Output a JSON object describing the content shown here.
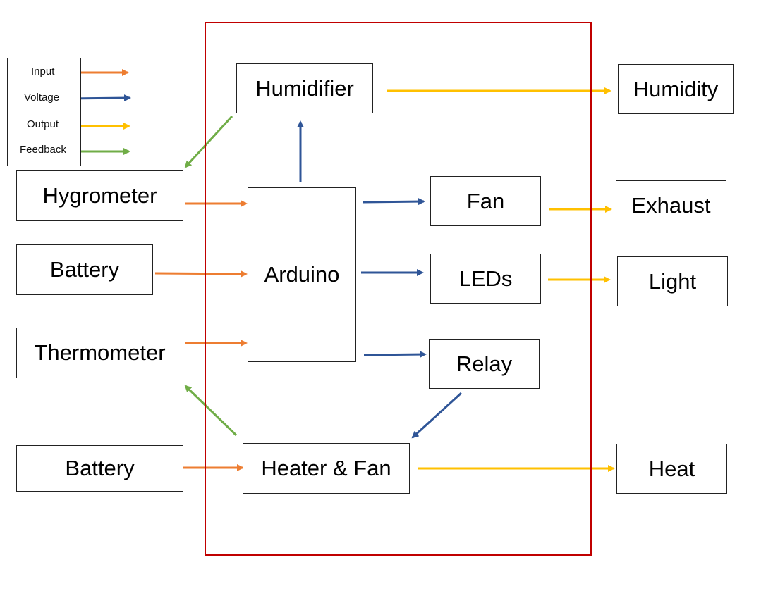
{
  "colors": {
    "input": "#ED7D31",
    "voltage": "#2F5597",
    "output": "#FFC000",
    "feedback": "#70AD47",
    "frame": "#C00000"
  },
  "legend": {
    "input": "Input",
    "voltage": "Voltage",
    "output": "Output",
    "feedback": "Feedback"
  },
  "nodes": {
    "humidifier": "Humidifier",
    "humidity": "Humidity",
    "hygrometer": "Hygrometer",
    "arduino": "Arduino",
    "fan": "Fan",
    "exhaust": "Exhaust",
    "battery_top": "Battery",
    "leds": "LEDs",
    "light": "Light",
    "thermometer": "Thermometer",
    "relay": "Relay",
    "battery_bottom": "Battery",
    "heater_fan": "Heater & Fan",
    "heat": "Heat"
  },
  "edges": [
    {
      "from": "hygrometer",
      "to": "arduino",
      "kind": "input"
    },
    {
      "from": "battery_top",
      "to": "arduino",
      "kind": "input"
    },
    {
      "from": "thermometer",
      "to": "arduino",
      "kind": "input"
    },
    {
      "from": "battery_bottom",
      "to": "heater_fan",
      "kind": "input"
    },
    {
      "from": "arduino",
      "to": "humidifier",
      "kind": "voltage"
    },
    {
      "from": "arduino",
      "to": "fan",
      "kind": "voltage"
    },
    {
      "from": "arduino",
      "to": "leds",
      "kind": "voltage"
    },
    {
      "from": "arduino",
      "to": "relay",
      "kind": "voltage"
    },
    {
      "from": "relay",
      "to": "heater_fan",
      "kind": "voltage"
    },
    {
      "from": "humidifier",
      "to": "humidity",
      "kind": "output"
    },
    {
      "from": "fan",
      "to": "exhaust",
      "kind": "output"
    },
    {
      "from": "leds",
      "to": "light",
      "kind": "output"
    },
    {
      "from": "heater_fan",
      "to": "heat",
      "kind": "output"
    },
    {
      "from": "humidifier",
      "to": "hygrometer",
      "kind": "feedback"
    },
    {
      "from": "heater_fan",
      "to": "thermometer",
      "kind": "feedback"
    }
  ]
}
